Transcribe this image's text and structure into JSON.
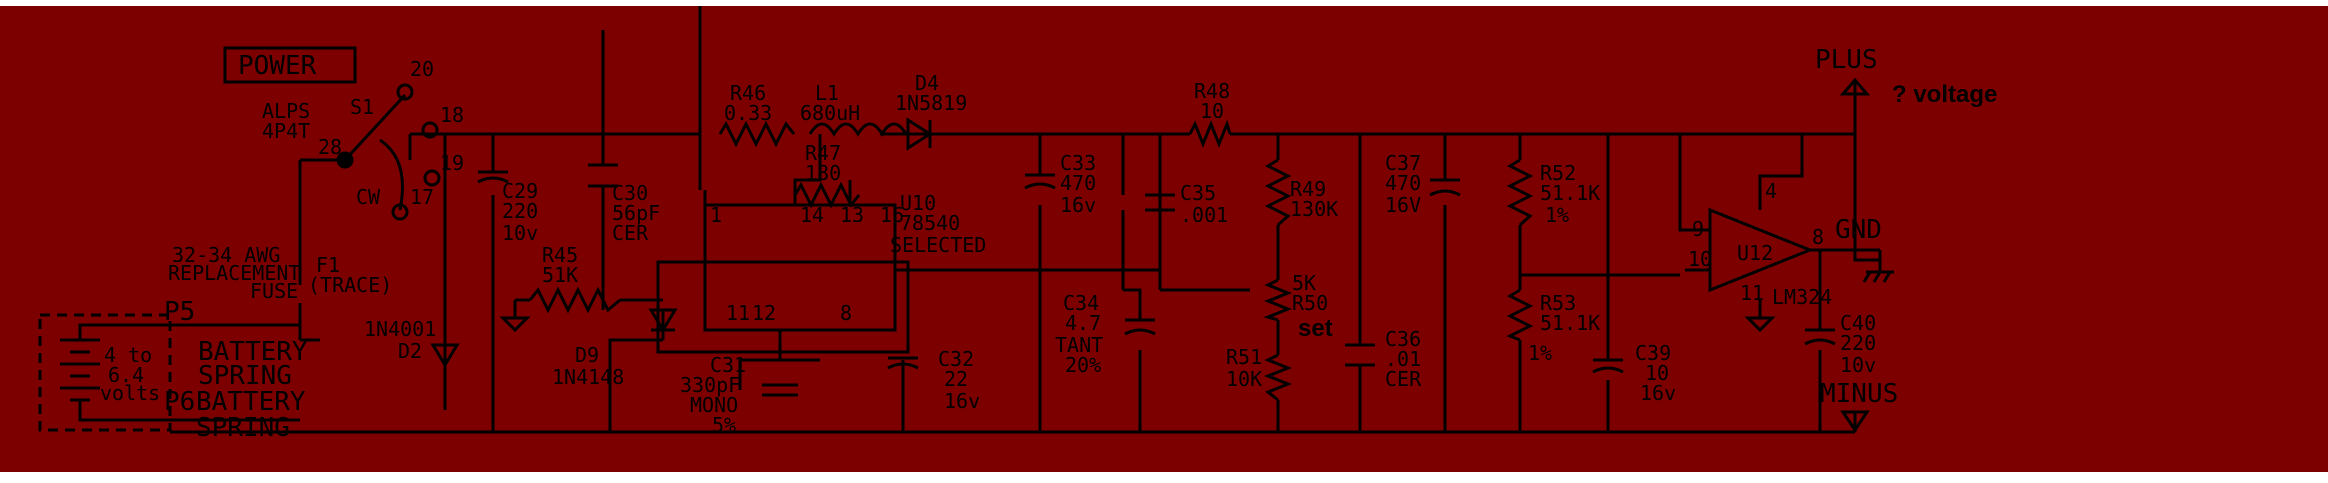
{
  "colors": {
    "background": "#7d0000",
    "ink": "#000000",
    "annotation": "#000000",
    "page": "#ffffff"
  },
  "labels": {
    "power": "POWER",
    "alps": "ALPS",
    "alps_code": "4P4T",
    "s1": "S1",
    "s1_pin_20": "20",
    "s1_pin_18": "18",
    "s1_pin_28": "28",
    "s1_pin_19": "19",
    "s1_pin_17": "17",
    "s1_cw": "CW",
    "fuse_awg": "32-34 AWG",
    "fuse_replacement": "REPLACEMENT",
    "fuse_word": "FUSE",
    "f1": "F1",
    "f1_trace": "(TRACE)",
    "battery_line1": "4 to",
    "battery_line2": "6.4",
    "battery_line3": "volts",
    "p5": "P5",
    "p6": "P6",
    "battery_spring_1a": "BATTERY",
    "battery_spring_1b": "SPRING",
    "battery_spring_2a": "BATTERY",
    "battery_spring_2b": "SPRING",
    "d2_part": "1N4001",
    "d2": "D2",
    "c29": "C29",
    "c29_val": "220",
    "c29_v": "10v",
    "c30": "C30",
    "c30_val": "56pF",
    "c30_type": "CER",
    "r45": "R45",
    "r45_val": "51K",
    "d9": "D9",
    "d9_part": "1N4148",
    "r46": "R46",
    "r46_val": "0.33",
    "l1": "L1",
    "l1_val": "680uH",
    "r47": "R47",
    "r47_val": "180",
    "d4": "D4",
    "d4_part": "1N5819",
    "u10": "U10",
    "u10_part": "78540",
    "u10_note": "SELECTED",
    "pin_1": "1",
    "pin_14": "14",
    "pin_13": "13",
    "pin_16": "16",
    "pin_11": "11",
    "pin_12": "12",
    "pin_8": "8",
    "c31": "C31",
    "c31_val": "330pF",
    "c31_type": "MONO",
    "c31_tol": "5%",
    "c32": "C32",
    "c32_val": "22",
    "c32_v": "16v",
    "c33": "C33",
    "c33_val": "470",
    "c33_v": "16v",
    "c34": "C34",
    "c34_val": "4.7",
    "c34_type": "TANT",
    "c34_tol": "20%",
    "c35": "C35",
    "c35_val": ".001",
    "r48": "R48",
    "r48_val": "10",
    "r49": "R49",
    "r49_val": "130K",
    "r50_val": "5K",
    "r50": "R50",
    "r50_set": "set",
    "r51": "R51",
    "r51_val": "10K",
    "c36": "C36",
    "c36_val": ".01",
    "c36_type": "CER",
    "c37": "C37",
    "c37_val": "470",
    "c37_v": "16V",
    "r52": "R52",
    "r52_val": "51.1K",
    "r52_tol": "1%",
    "r53": "R53",
    "r53_val": "51.1K",
    "r53_tol": "1%",
    "c39": "C39",
    "c39_val": "10",
    "c39_v": "16v",
    "u12": "U12",
    "u12_part": "LM324",
    "u12_pin_9": "9",
    "u12_pin_10": "10",
    "u12_pin_8": "8",
    "u12_pin_4": "4",
    "u12_pin_11": "11",
    "c40": "C40",
    "c40_val": "220",
    "c40_v": "10v",
    "plus": "PLUS",
    "voltage_note": "? voltage",
    "gnd": "GND",
    "minus": "MINUS"
  }
}
